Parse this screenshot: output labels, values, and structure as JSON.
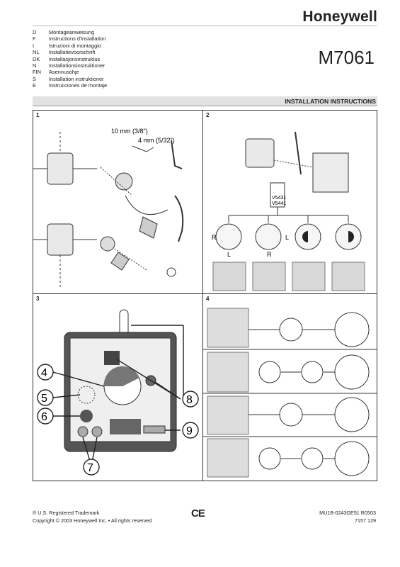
{
  "header": {
    "brand": "Honeywell",
    "model": "M7061",
    "languages": [
      {
        "code": "D",
        "text": "Montageanweisung"
      },
      {
        "code": "F",
        "text": "Instructions d'installation"
      },
      {
        "code": "I",
        "text": "Istruzioni di montaggio"
      },
      {
        "code": "NL",
        "text": "Installatievoorschrift"
      },
      {
        "code": "DK",
        "text": "Installasjonsinstruktus"
      },
      {
        "code": "N",
        "text": "Installationsinstruktioner"
      },
      {
        "code": "FIN",
        "text": "Asennusohje"
      },
      {
        "code": "S",
        "text": "Installation instruktioner"
      },
      {
        "code": "E",
        "text": "Instrucciones de montaje"
      }
    ],
    "section_title": "INSTALLATION INSTRUCTIONS"
  },
  "panels": {
    "p1": {
      "number": "1",
      "wrench_label": "10 mm (3/8\")",
      "hex_label": "4 mm (5/32\")"
    },
    "p2": {
      "number": "2",
      "valve_models": [
        "V5431",
        "V5441"
      ],
      "dir_labels": [
        "R",
        "L",
        "L",
        "R"
      ]
    },
    "p3": {
      "number": "3",
      "callouts": [
        "4",
        "5",
        "6",
        "7",
        "8",
        "9"
      ]
    },
    "p4": {
      "number": "4"
    }
  },
  "footer": {
    "trademark": "® U.S. Registered Trademark",
    "copyright": "Copyright © 2003 Honeywell Inc. • All rights reserved",
    "ce_mark": "CE",
    "doc_number": "MU1B-0243GE51 R0503",
    "part_number": "7157 129"
  }
}
